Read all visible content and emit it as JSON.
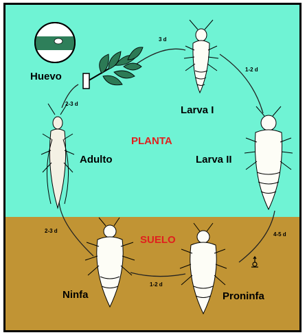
{
  "colors": {
    "plant_zone": "#6ff3d4",
    "soil_zone": "#c19434",
    "zone_label": "#e0201e",
    "frame": "#000000"
  },
  "zones": {
    "plant": "PLANTA",
    "soil": "SUELO"
  },
  "stages": {
    "egg": "Huevo",
    "larva1": "Larva I",
    "larva2": "Larva II",
    "pronymph": "Proninfa",
    "nymph": "Ninfa",
    "adult": "Adulto"
  },
  "durations": {
    "egg_to_larva1": "3 d",
    "larva1_to_larva2": "1-2 d",
    "larva2_to_pronymph": "4-5 d",
    "pronymph_to_nymph": "1-2 d",
    "nymph_to_adult": "2-3 d",
    "adult_to_egg": "2-3 d"
  },
  "icons": {
    "egg": "egg-in-leaf-magnified-icon",
    "plant": "leaf-sprig-icon",
    "sex": "male-symbol-icon"
  }
}
